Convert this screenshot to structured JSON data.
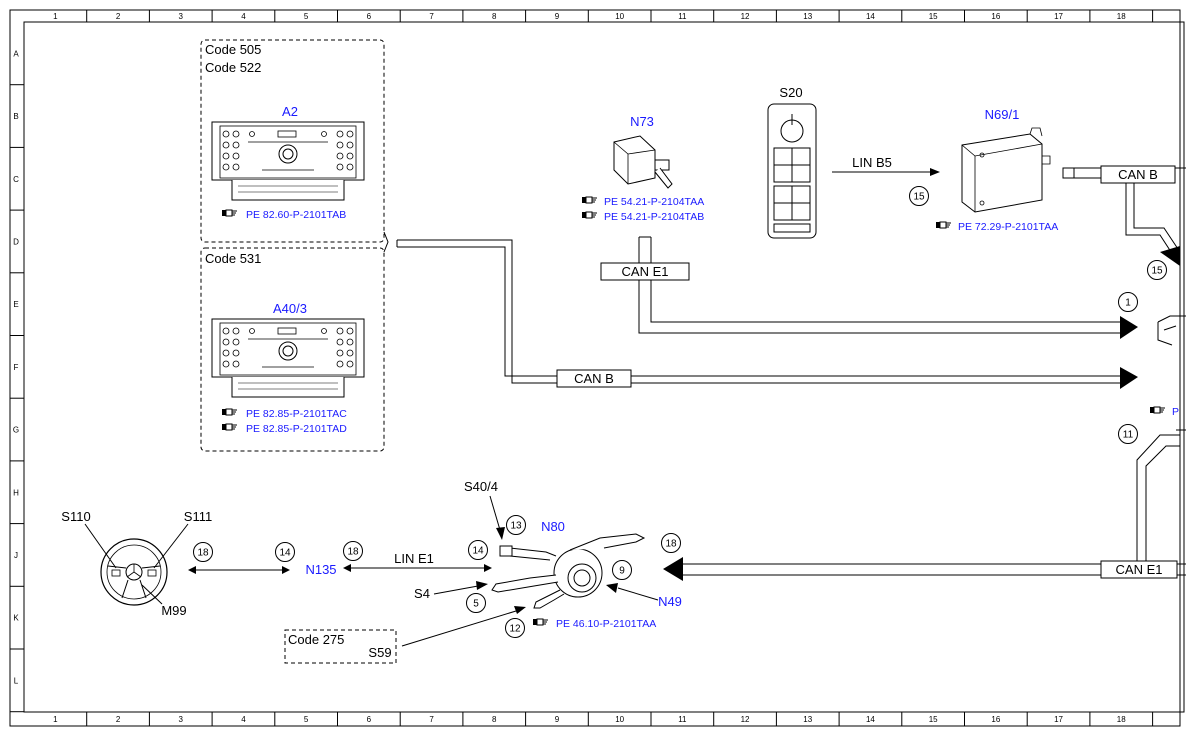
{
  "grid": {
    "columns": [
      "1",
      "2",
      "3",
      "4",
      "5",
      "6",
      "7",
      "8",
      "9",
      "10",
      "11",
      "12",
      "13",
      "14",
      "15",
      "16",
      "17",
      "18"
    ],
    "rows": [
      "A",
      "B",
      "C",
      "D",
      "E",
      "F",
      "G",
      "H",
      "J",
      "K",
      "L"
    ]
  },
  "groups": {
    "code505": "Code 505",
    "code522": "Code 522",
    "code531": "Code 531",
    "code275": "Code 275"
  },
  "components": {
    "a2": {
      "label": "A2",
      "refs": [
        "PE 82.60-P-2101TAB"
      ]
    },
    "a40_3": {
      "label": "A40/3",
      "refs": [
        "PE 82.85-P-2101TAC",
        "PE 82.85-P-2101TAD"
      ]
    },
    "n73": {
      "label": "N73",
      "refs": [
        "PE 54.21-P-2104TAA",
        "PE 54.21-P-2104TAB"
      ]
    },
    "s20": {
      "label": "S20"
    },
    "n69_1": {
      "label": "N69/1",
      "refs": [
        "PE 72.29-P-2101TAA"
      ]
    },
    "s110": {
      "label": "S110"
    },
    "s111": {
      "label": "S111"
    },
    "m99": {
      "label": "M99"
    },
    "n135": {
      "label": "N135"
    },
    "s40_4": {
      "label": "S40/4"
    },
    "n80": {
      "label": "N80",
      "refs": [
        "PE 46.10-P-2101TAA"
      ]
    },
    "s4": {
      "label": "S4"
    },
    "n49": {
      "label": "N49"
    },
    "s59": {
      "label": "S59"
    },
    "edge_ref": "P"
  },
  "buses": {
    "lin_b5": "LIN B5",
    "can_b_top": "CAN B",
    "can_e1_top": "CAN E1",
    "can_b_mid": "CAN B",
    "lin_e1": "LIN E1",
    "can_e1_bottom": "CAN E1"
  },
  "markers": {
    "m15a": "15",
    "m15b": "15",
    "m1": "1",
    "m11": "11",
    "m18a": "18",
    "m14a": "14",
    "m18b": "18",
    "m14b": "14",
    "m13": "13",
    "m18c": "18",
    "m5": "5",
    "m9": "9",
    "m12": "12"
  },
  "icons": {
    "ref_icon": "pointing-hand-icon"
  }
}
